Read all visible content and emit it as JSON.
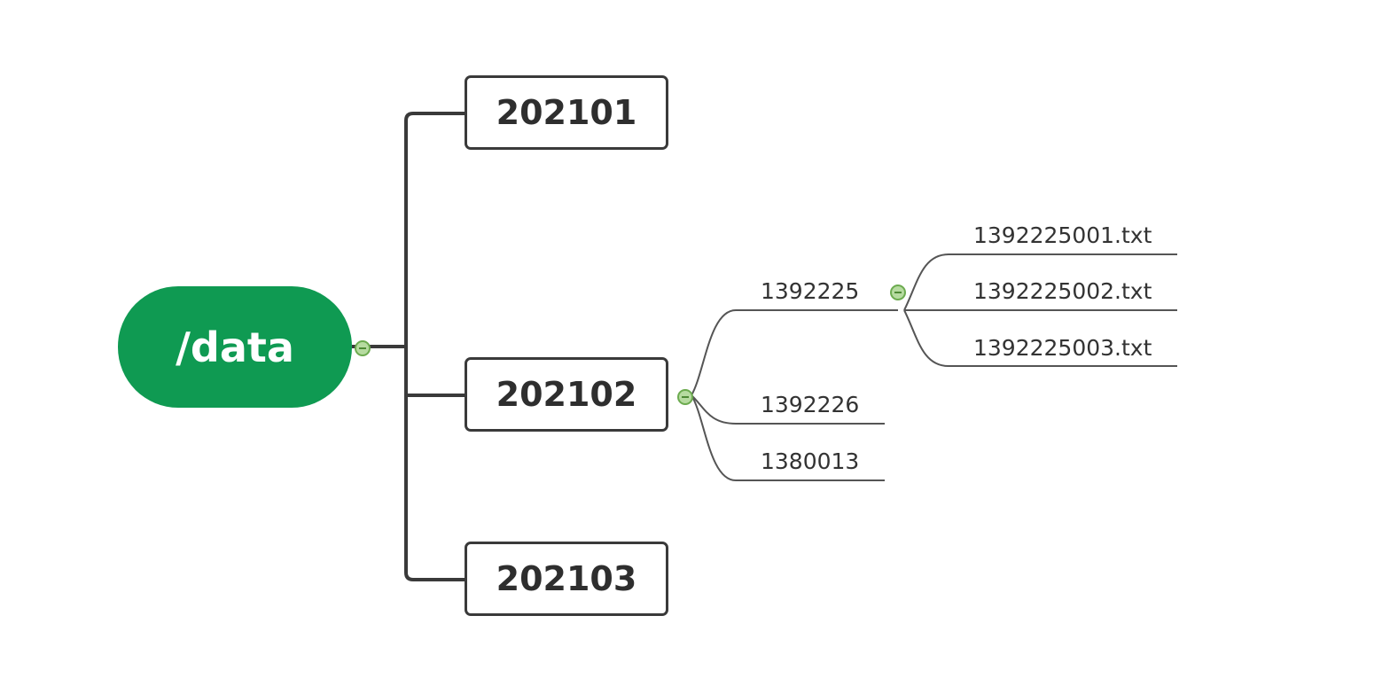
{
  "root": {
    "label": "/data"
  },
  "level1": [
    {
      "label": "202101"
    },
    {
      "label": "202102"
    },
    {
      "label": "202103"
    }
  ],
  "level2": [
    {
      "label": "1392225"
    },
    {
      "label": "1392226"
    },
    {
      "label": "1380013"
    }
  ],
  "level3": [
    {
      "label": "1392225001.txt"
    },
    {
      "label": "1392225002.txt"
    },
    {
      "label": "1392225003.txt"
    }
  ],
  "colors": {
    "root_fill": "#0f9a52",
    "line_dark": "#3a3a3a",
    "line_thin": "#555555",
    "collapse_fill": "#b6dba0"
  },
  "icons": [
    "collapse-toggle-icon"
  ]
}
